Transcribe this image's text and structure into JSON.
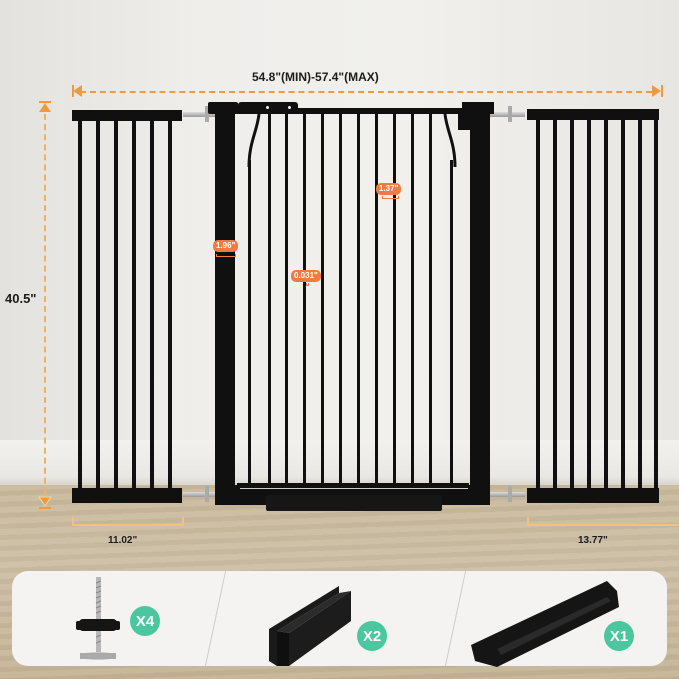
{
  "dimensions": {
    "total_width": "54.8\"(MIN)-57.4\"(MAX)",
    "height": "40.5\"",
    "left_extension_width": "11.02\"",
    "right_extension_width": "13.77\""
  },
  "callouts": {
    "frame_width": "1.96\"",
    "bar_spacing": "1.37\"",
    "bar_thickness": "0.031\""
  },
  "accessories": [
    {
      "name": "pressure-mount-screw",
      "quantity": "X4"
    },
    {
      "name": "u-channel-bracket",
      "quantity": "X2"
    },
    {
      "name": "threshold-ramp",
      "quantity": "X1"
    }
  ],
  "colors": {
    "dimension_arrow": "#f09a3e",
    "callout_badge": "#f07b42",
    "quantity_badge": "#4bc7a0",
    "gate": "#101010"
  }
}
